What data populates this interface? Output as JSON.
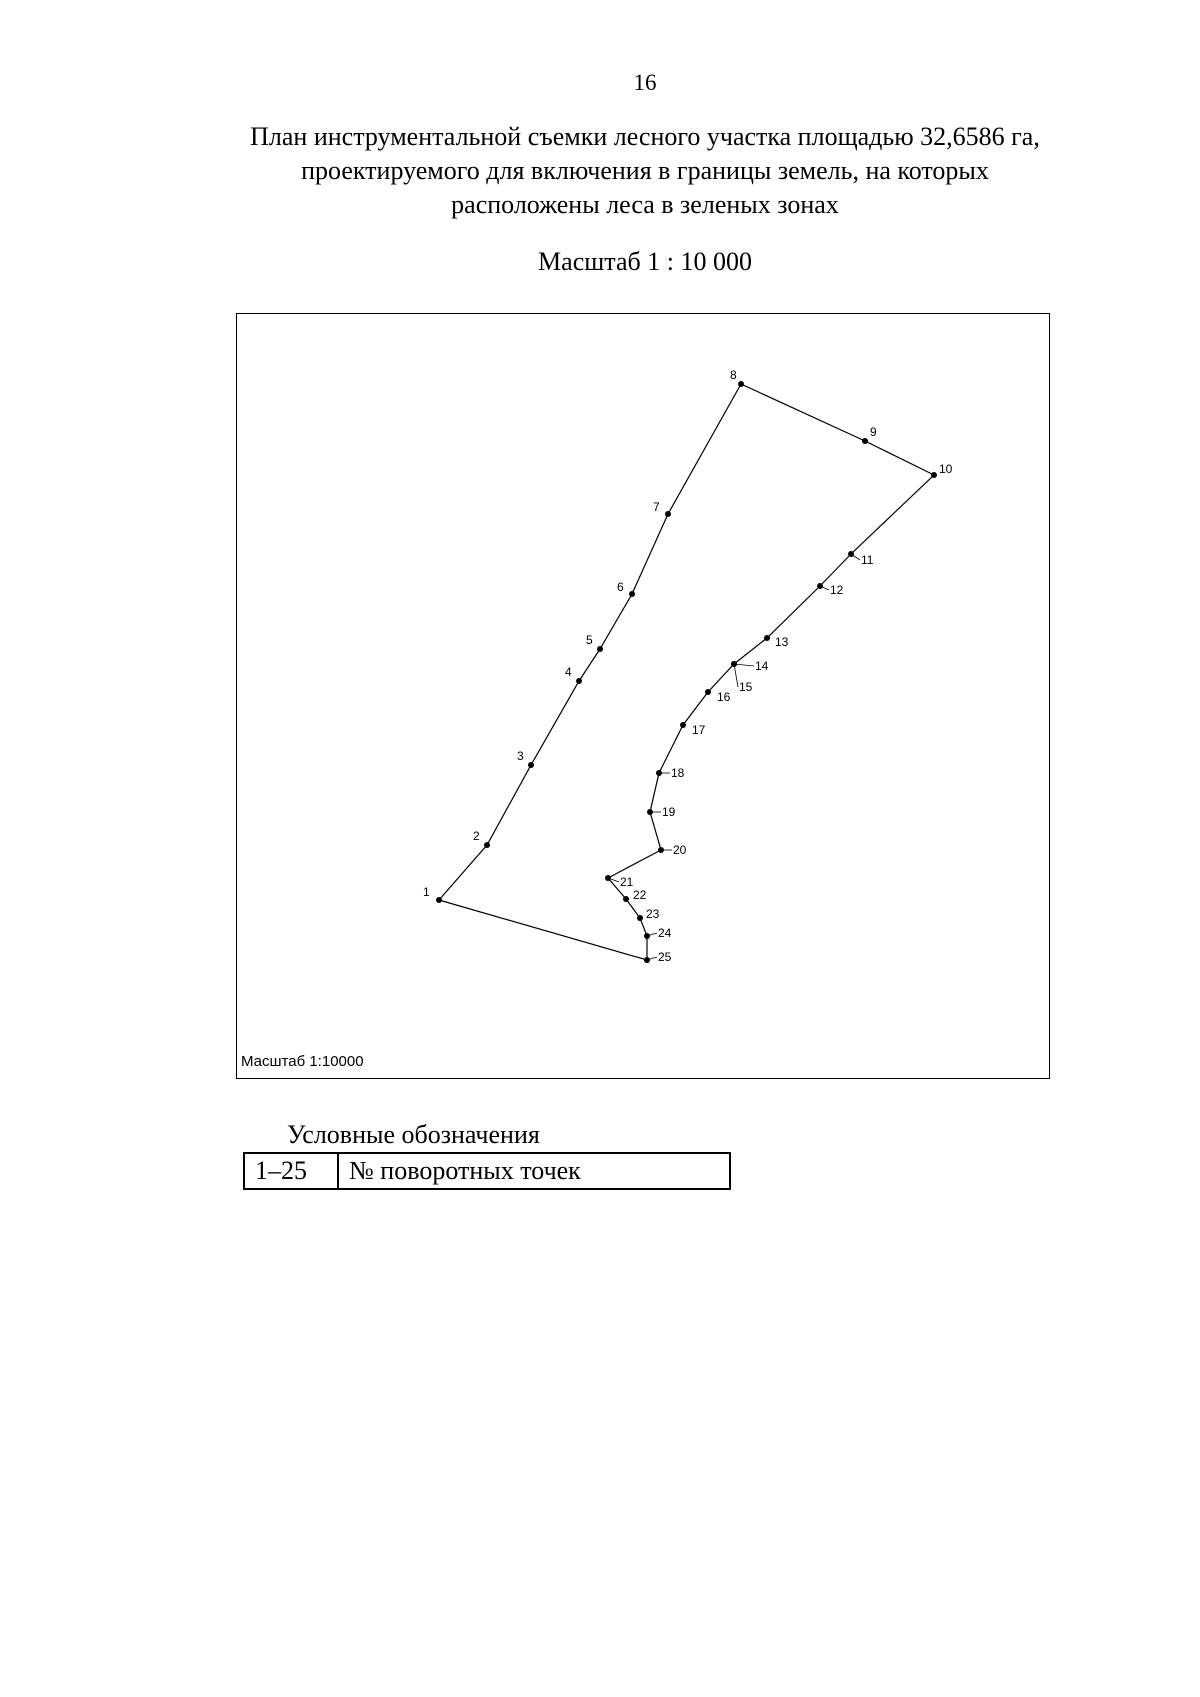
{
  "page_number": "16",
  "title_lines": [
    "План инструментальной съемки лесного участка площадью 32,6586 га,",
    "проектируемого для включения в границы земель, на которых",
    "расположены леса в зеленых зонах"
  ],
  "scale_heading": "Масштаб 1 : 10 000",
  "map": {
    "scale_caption": "Масштаб 1:10000",
    "points": [
      {
        "label": "1"
      },
      {
        "label": "2"
      },
      {
        "label": "3"
      },
      {
        "label": "4"
      },
      {
        "label": "5"
      },
      {
        "label": "6"
      },
      {
        "label": "7"
      },
      {
        "label": "8"
      },
      {
        "label": "9"
      },
      {
        "label": "10"
      },
      {
        "label": "11"
      },
      {
        "label": "12"
      },
      {
        "label": "13"
      },
      {
        "label": "14"
      },
      {
        "label": "15"
      },
      {
        "label": "16"
      },
      {
        "label": "17"
      },
      {
        "label": "18"
      },
      {
        "label": "19"
      },
      {
        "label": "20"
      },
      {
        "label": "21"
      },
      {
        "label": "22"
      },
      {
        "label": "23"
      },
      {
        "label": "24"
      },
      {
        "label": "25"
      }
    ]
  },
  "legend": {
    "title": "Условные обозначения",
    "rows": [
      {
        "key": "1–25",
        "description": "№ поворотных точек"
      }
    ]
  }
}
